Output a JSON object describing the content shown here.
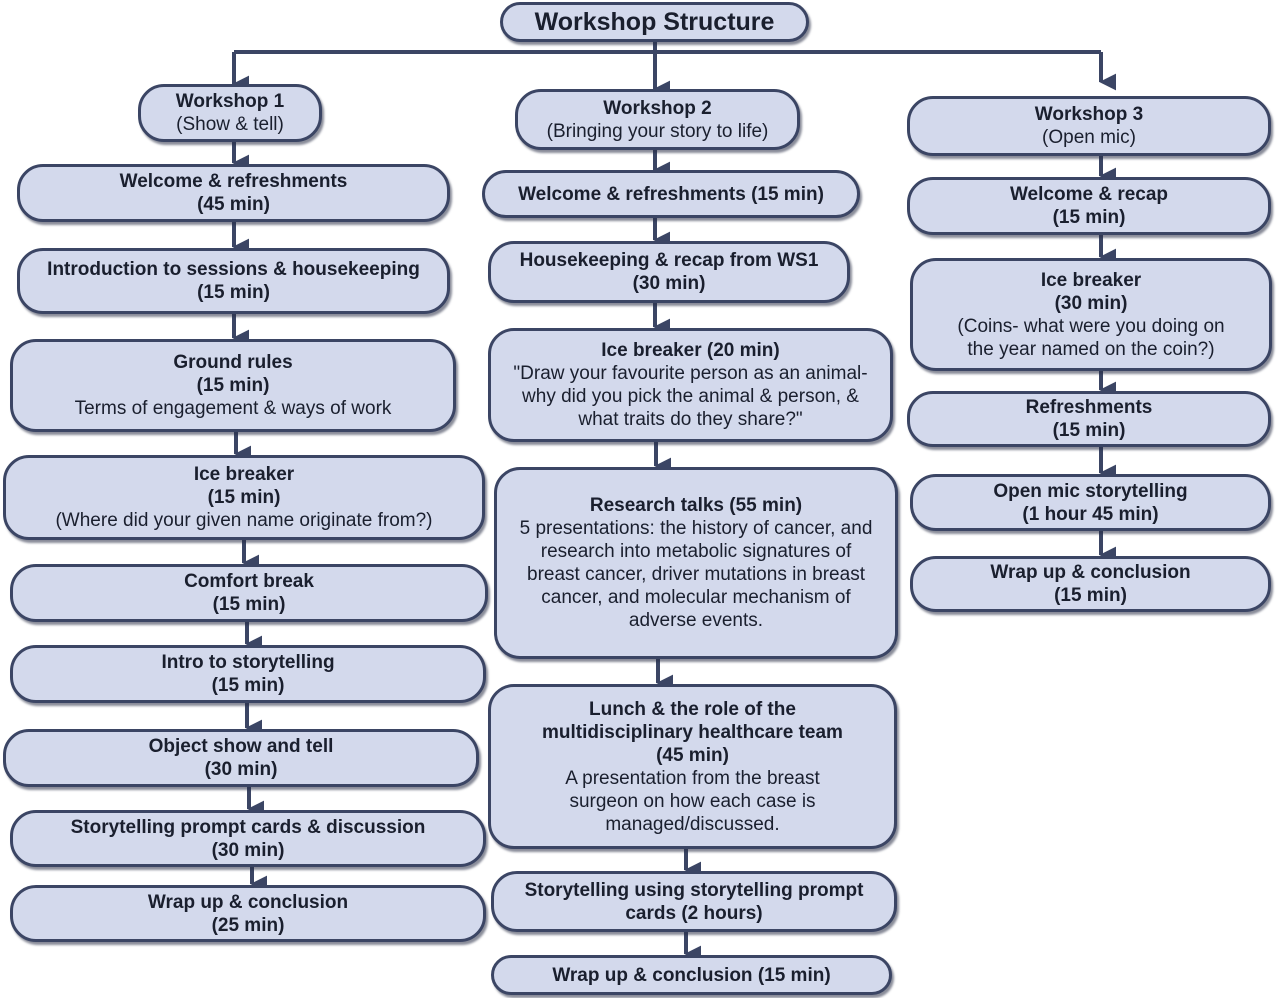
{
  "title": "Workshop Structure",
  "workshop1": {
    "header": {
      "name": "Workshop 1",
      "subtitle": "(Show & tell)"
    },
    "steps": [
      {
        "title": "Welcome & refreshments",
        "duration": "(45 min)"
      },
      {
        "title": "Introduction to sessions & housekeeping",
        "duration": "(15 min)"
      },
      {
        "title": "Ground rules",
        "duration": "(15 min)",
        "note": "Terms of engagement & ways of work"
      },
      {
        "title": "Ice breaker",
        "duration": "(15 min)",
        "note": "(Where did your given name originate from?)"
      },
      {
        "title": "Comfort break",
        "duration": "(15 min)"
      },
      {
        "title": "Intro to storytelling",
        "duration": "(15 min)"
      },
      {
        "title": "Object show and tell",
        "duration": "(30 min)"
      },
      {
        "title": "Storytelling prompt cards & discussion",
        "duration": "(30 min)"
      },
      {
        "title": "Wrap up & conclusion",
        "duration": "(25 min)"
      }
    ]
  },
  "workshop2": {
    "header": {
      "name": "Workshop 2",
      "subtitle": "(Bringing your story to life)"
    },
    "steps": [
      {
        "title": "Welcome & refreshments (15 min)"
      },
      {
        "title": "Housekeeping & recap from WS1",
        "duration": "(30 min)"
      },
      {
        "title": "Ice breaker (20 min)",
        "note": "\"Draw your favourite person as an animal- why did you pick the animal & person, & what traits do they share?\""
      },
      {
        "title": "Research talks (55 min)",
        "note": "5 presentations: the history of cancer, and research into metabolic signatures of breast cancer, driver mutations in breast cancer, and molecular mechanism of adverse events."
      },
      {
        "title": "Lunch & the role of the multidisciplinary healthcare team",
        "duration": "(45 min)",
        "note": "A presentation from the breast surgeon on how each case is managed/discussed."
      },
      {
        "title": "Storytelling using storytelling prompt cards (2 hours)"
      },
      {
        "title": "Wrap up & conclusion (15 min)"
      }
    ]
  },
  "workshop3": {
    "header": {
      "name": "Workshop 3",
      "subtitle": "(Open mic)"
    },
    "steps": [
      {
        "title": "Welcome & recap",
        "duration": "(15 min)"
      },
      {
        "title": "Ice breaker",
        "duration": "(30 min)",
        "note": "(Coins- what were you doing on the year named on the coin?)"
      },
      {
        "title": "Refreshments",
        "duration": "(15 min)"
      },
      {
        "title": "Open mic storytelling",
        "duration": "(1 hour 45 min)"
      },
      {
        "title": "Wrap up & conclusion",
        "duration": "(15 min)"
      }
    ]
  },
  "colors": {
    "box_fill": "#d3d9ec",
    "box_border": "#3b4564",
    "arrow": "#3b4564"
  }
}
